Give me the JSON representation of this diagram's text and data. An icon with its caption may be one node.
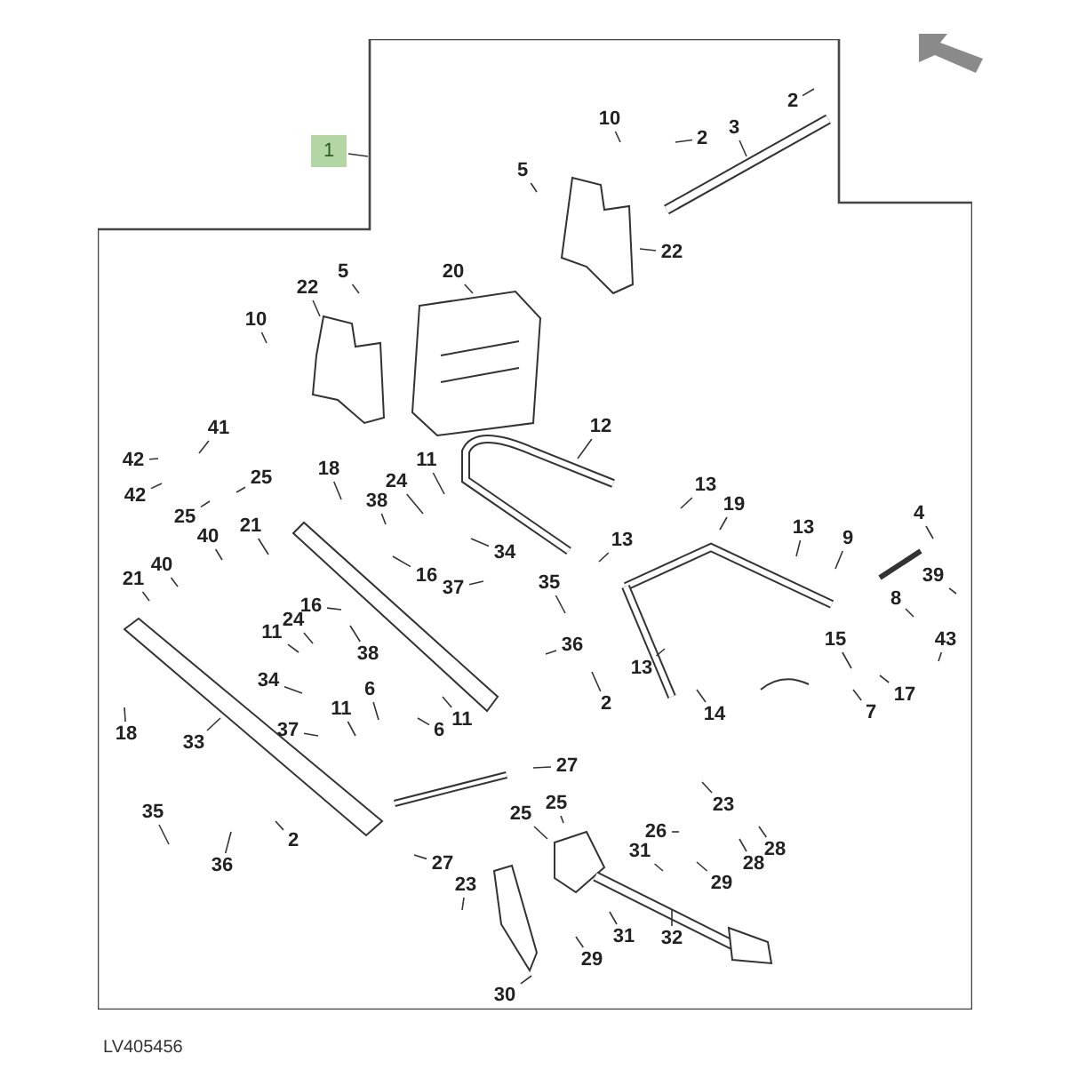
{
  "diagram": {
    "nodes": [
      {
        "text": [],
        "shape": "box"
      },
      {
        "text": [
          "1"
        ]
      },
      {
        "text": [
          "10"
        ],
        "in": 0
      },
      {
        "text": [
          "2"
        ],
        "in": 0
      },
      {
        "text": [
          "2"
        ],
        "in": 0
      },
      {
        "text": [
          "3"
        ],
        "in": 0
      },
      {
        "text": [
          "5"
        ],
        "in": 0
      },
      {
        "text": [
          "22"
        ],
        "in": 0
      },
      {
        "text": [
          "20"
        ],
        "in": 0
      },
      {
        "text": [
          "5"
        ],
        "in": 0
      },
      {
        "text": [
          "22"
        ],
        "in": 0
      },
      {
        "text": [
          "10"
        ],
        "in": 0
      },
      {
        "text": [
          "12"
        ],
        "in": 0
      },
      {
        "text": [
          "41"
        ],
        "in": 0
      },
      {
        "text": [
          "11"
        ],
        "in": 0
      },
      {
        "text": [
          "42"
        ],
        "in": 0
      },
      {
        "text": [
          "18"
        ],
        "in": 0
      },
      {
        "text": [
          "25"
        ],
        "in": 0
      },
      {
        "text": [
          "24"
        ],
        "in": 0
      },
      {
        "text": [
          "13"
        ],
        "in": 0
      },
      {
        "text": [
          "42"
        ],
        "in": 0
      },
      {
        "text": [
          "38"
        ],
        "in": 0
      },
      {
        "text": [
          "19"
        ],
        "in": 0
      },
      {
        "text": [
          "4"
        ],
        "in": 0
      },
      {
        "text": [
          "25"
        ],
        "in": 0
      },
      {
        "text": [
          "21"
        ],
        "in": 0
      },
      {
        "text": [
          "13"
        ],
        "in": 0
      },
      {
        "text": [
          "40"
        ],
        "in": 0
      },
      {
        "text": [
          "9"
        ],
        "in": 0
      },
      {
        "text": [
          "13"
        ],
        "in": 0
      },
      {
        "text": [
          "34"
        ],
        "in": 0
      },
      {
        "text": [
          "40"
        ],
        "in": 0
      },
      {
        "text": [
          "16"
        ],
        "in": 0
      },
      {
        "text": [
          "39"
        ],
        "in": 0
      },
      {
        "text": [
          "21"
        ],
        "in": 0
      },
      {
        "text": [
          "35"
        ],
        "in": 0
      },
      {
        "text": [
          "37"
        ],
        "in": 0
      },
      {
        "text": [
          "8"
        ],
        "in": 0
      },
      {
        "text": [
          "16"
        ],
        "in": 0
      },
      {
        "text": [
          "24"
        ],
        "in": 0
      },
      {
        "text": [
          "11"
        ],
        "in": 0
      },
      {
        "text": [
          "15"
        ],
        "in": 0
      },
      {
        "text": [
          "43"
        ],
        "in": 0
      },
      {
        "text": [
          "36"
        ],
        "in": 0
      },
      {
        "text": [
          "38"
        ],
        "in": 0
      },
      {
        "text": [
          "13"
        ],
        "in": 0
      },
      {
        "text": [
          "34"
        ],
        "in": 0
      },
      {
        "text": [
          "6"
        ],
        "in": 0
      },
      {
        "text": [
          "17"
        ],
        "in": 0
      },
      {
        "text": [
          "2"
        ],
        "in": 0
      },
      {
        "text": [
          "11"
        ],
        "in": 0
      },
      {
        "text": [
          "7"
        ],
        "in": 0
      },
      {
        "text": [
          "14"
        ],
        "in": 0
      },
      {
        "text": [
          "11"
        ],
        "in": 0
      },
      {
        "text": [
          "6"
        ],
        "in": 0
      },
      {
        "text": [
          "37"
        ],
        "in": 0
      },
      {
        "text": [
          "18"
        ],
        "in": 0
      },
      {
        "text": [
          "33"
        ],
        "in": 0
      },
      {
        "text": [
          "27"
        ],
        "in": 0
      },
      {
        "text": [
          "25"
        ],
        "in": 0
      },
      {
        "text": [
          "23"
        ],
        "in": 0
      },
      {
        "text": [
          "35"
        ],
        "in": 0
      },
      {
        "text": [
          "25"
        ],
        "in": 0
      },
      {
        "text": [
          "26"
        ],
        "in": 0
      },
      {
        "text": [
          "2"
        ],
        "in": 0
      },
      {
        "text": [
          "28"
        ],
        "in": 0
      },
      {
        "text": [
          "31"
        ],
        "in": 0
      },
      {
        "text": [
          "27"
        ],
        "in": 0
      },
      {
        "text": [
          "28"
        ],
        "in": 0
      },
      {
        "text": [
          "36"
        ],
        "in": 0
      },
      {
        "text": [
          "29"
        ],
        "in": 0
      },
      {
        "text": [
          "23"
        ],
        "in": 0
      },
      {
        "text": [
          "31"
        ],
        "in": 0
      },
      {
        "text": [
          "32"
        ],
        "in": 0
      },
      {
        "text": [
          "29"
        ],
        "in": 0
      },
      {
        "text": [
          "30"
        ],
        "in": 0
      }
    ],
    "edges": [
      {
        "from": 1,
        "to": 0,
        "arrow": "none"
      },
      {
        "from": 2,
        "to": null,
        "arrow": "none"
      },
      {
        "from": 3,
        "to": null,
        "arrow": "none"
      },
      {
        "from": 4,
        "to": null,
        "arrow": "none"
      },
      {
        "from": 5,
        "to": null,
        "arrow": "none"
      },
      {
        "from": 6,
        "to": null,
        "arrow": "none"
      },
      {
        "from": 7,
        "to": null,
        "arrow": "none"
      },
      {
        "from": 8,
        "to": null,
        "arrow": "none"
      },
      {
        "from": 9,
        "to": null,
        "arrow": "none"
      },
      {
        "from": 10,
        "to": null,
        "arrow": "none"
      },
      {
        "from": 11,
        "to": null,
        "arrow": "none"
      },
      {
        "from": 12,
        "to": null,
        "arrow": "none"
      },
      {
        "from": 13,
        "to": null,
        "arrow": "none"
      },
      {
        "from": 14,
        "to": null,
        "arrow": "none"
      },
      {
        "from": 15,
        "to": null,
        "arrow": "none"
      },
      {
        "from": 16,
        "to": null,
        "arrow": "none"
      },
      {
        "from": 17,
        "to": null,
        "arrow": "none"
      },
      {
        "from": 18,
        "to": null,
        "arrow": "none"
      },
      {
        "from": 19,
        "to": null,
        "arrow": "none"
      },
      {
        "from": 20,
        "to": null,
        "arrow": "none"
      },
      {
        "from": 21,
        "to": null,
        "arrow": "none"
      },
      {
        "from": 22,
        "to": null,
        "arrow": "none"
      },
      {
        "from": 23,
        "to": null,
        "arrow": "none"
      },
      {
        "from": 24,
        "to": null,
        "arrow": "none"
      },
      {
        "from": 25,
        "to": null,
        "arrow": "none"
      },
      {
        "from": 26,
        "to": null,
        "arrow": "none"
      },
      {
        "from": 27,
        "to": null,
        "arrow": "none"
      },
      {
        "from": 28,
        "to": null,
        "arrow": "none"
      },
      {
        "from": 29,
        "to": null,
        "arrow": "none"
      },
      {
        "from": 30,
        "to": null,
        "arrow": "none"
      },
      {
        "from": 31,
        "to": null,
        "arrow": "none"
      },
      {
        "from": 32,
        "to": null,
        "arrow": "none"
      },
      {
        "from": 33,
        "to": null,
        "arrow": "none"
      },
      {
        "from": 34,
        "to": null,
        "arrow": "none"
      },
      {
        "from": 35,
        "to": null,
        "arrow": "none"
      },
      {
        "from": 36,
        "to": null,
        "arrow": "none"
      },
      {
        "from": 37,
        "to": null,
        "arrow": "none"
      },
      {
        "from": 38,
        "to": null,
        "arrow": "none"
      },
      {
        "from": 39,
        "to": null,
        "arrow": "none"
      },
      {
        "from": 40,
        "to": null,
        "arrow": "none"
      },
      {
        "from": 41,
        "to": null,
        "arrow": "none"
      },
      {
        "from": 42,
        "to": null,
        "arrow": "none"
      },
      {
        "from": 43,
        "to": null,
        "arrow": "none"
      },
      {
        "from": 44,
        "to": null,
        "arrow": "none"
      },
      {
        "from": 45,
        "to": null,
        "arrow": "none"
      },
      {
        "from": 46,
        "to": null,
        "arrow": "none"
      },
      {
        "from": 47,
        "to": null,
        "arrow": "none"
      },
      {
        "from": 48,
        "to": null,
        "arrow": "none"
      },
      {
        "from": 49,
        "to": null,
        "arrow": "none"
      },
      {
        "from": 50,
        "to": null,
        "arrow": "none"
      },
      {
        "from": 51,
        "to": null,
        "arrow": "none"
      },
      {
        "from": 52,
        "to": null,
        "arrow": "none"
      },
      {
        "from": 53,
        "to": null,
        "arrow": "none"
      },
      {
        "from": 54,
        "to": null,
        "arrow": "none"
      },
      {
        "from": 55,
        "to": null,
        "arrow": "none"
      },
      {
        "from": 56,
        "to": null,
        "arrow": "none"
      },
      {
        "from": 57,
        "to": null,
        "arrow": "none"
      },
      {
        "from": 58,
        "to": null,
        "arrow": "none"
      },
      {
        "from": 59,
        "to": null,
        "arrow": "none"
      },
      {
        "from": 60,
        "to": null,
        "arrow": "none"
      },
      {
        "from": 61,
        "to": null,
        "arrow": "none"
      },
      {
        "from": 62,
        "to": null,
        "arrow": "none"
      },
      {
        "from": 63,
        "to": null,
        "arrow": "none"
      },
      {
        "from": 64,
        "to": null,
        "arrow": "none"
      },
      {
        "from": 65,
        "to": null,
        "arrow": "none"
      },
      {
        "from": 66,
        "to": null,
        "arrow": "none"
      },
      {
        "from": 67,
        "to": null,
        "arrow": "none"
      },
      {
        "from": 68,
        "to": null,
        "arrow": "none"
      },
      {
        "from": 69,
        "to": null,
        "arrow": "none"
      },
      {
        "from": 70,
        "to": null,
        "arrow": "none"
      },
      {
        "from": 71,
        "to": null,
        "arrow": "none"
      },
      {
        "from": 72,
        "to": null,
        "arrow": "none"
      },
      {
        "from": 73,
        "to": null,
        "arrow": "none"
      },
      {
        "from": 74,
        "to": null,
        "arrow": "none"
      },
      {
        "from": 75,
        "to": null,
        "arrow": "none"
      }
    ],
    "labels": [
      "LV405456"
    ]
  }
}
